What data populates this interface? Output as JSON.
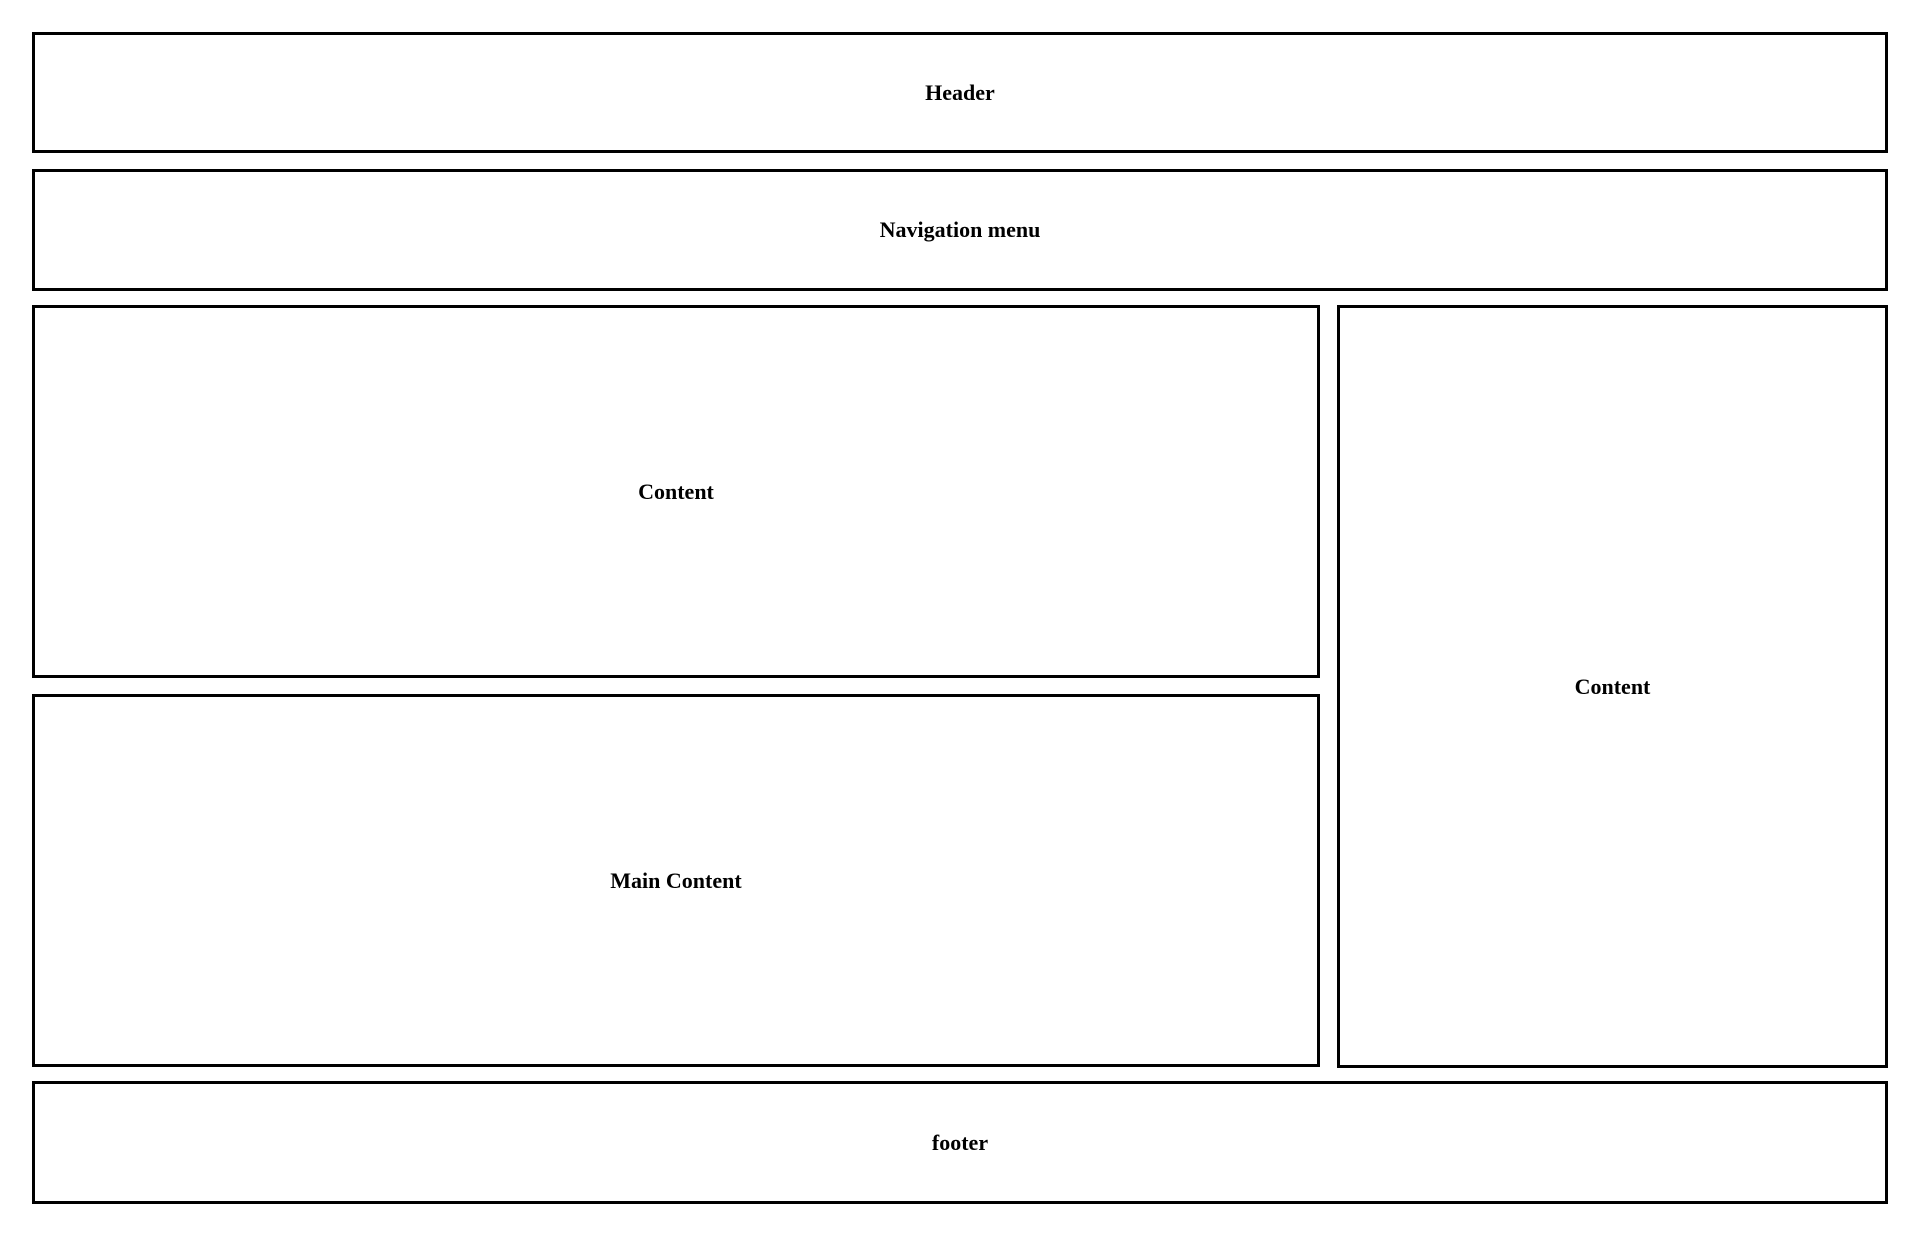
{
  "colors": {
    "background": "#ffffff",
    "border": "#000000",
    "text": "#000000"
  },
  "sections": {
    "header": {
      "label": "Header"
    },
    "navigation": {
      "label": "Navigation menu"
    },
    "content": {
      "label": "Content"
    },
    "main_content": {
      "label": "Main Content"
    },
    "sidebar_content": {
      "label": "Content"
    },
    "footer": {
      "label": "footer"
    }
  }
}
